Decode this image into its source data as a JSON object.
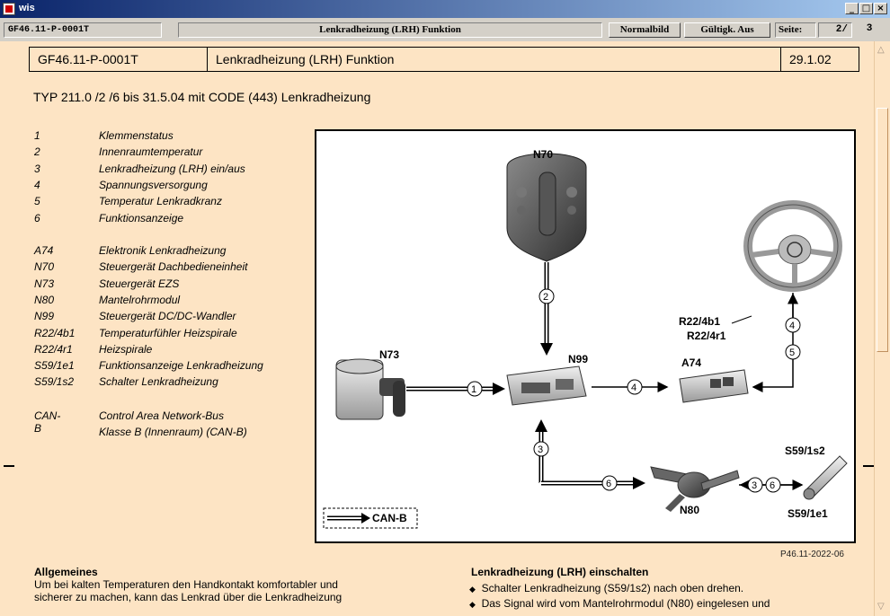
{
  "window": {
    "title": "wis"
  },
  "toolbar": {
    "doc_id": "GF46.11-P-0001T",
    "doc_title": "Lenkradheizung (LRH) Funktion",
    "normalbild_label": "Normalbild",
    "gueltigk_label": "Gültigk. Aus",
    "seite_label": "Seite:",
    "page_current": "2/",
    "page_total": "3"
  },
  "header": {
    "doc_id": "GF46.11-P-0001T",
    "title": "Lenkradheizung (LRH) Funktion",
    "date": "29.1.02"
  },
  "typ_line": "TYP  211.0 /2 /6 bis 31.5.04 mit CODE (443) Lenkradheizung",
  "legend_numbers": [
    {
      "key": "1",
      "value": "Klemmenstatus"
    },
    {
      "key": "2",
      "value": "Innenraumtemperatur"
    },
    {
      "key": "3",
      "value": "Lenkradheizung (LRH) ein/aus"
    },
    {
      "key": "4",
      "value": "Spannungsversorgung"
    },
    {
      "key": "5",
      "value": "Temperatur Lenkradkranz"
    },
    {
      "key": "6",
      "value": "Funktionsanzeige"
    }
  ],
  "legend_components": [
    {
      "key": "A74",
      "value": "Elektronik Lenkradheizung"
    },
    {
      "key": "N70",
      "value": "Steuergerät Dachbedieneinheit"
    },
    {
      "key": "N73",
      "value": "Steuergerät EZS"
    },
    {
      "key": "N80",
      "value": "Mantelrohrmodul"
    },
    {
      "key": "N99",
      "value": "Steuergerät DC/DC-Wandler"
    },
    {
      "key": "R22/4b1",
      "value": "Temperaturfühler Heizspirale"
    },
    {
      "key": "R22/4r1",
      "value": "Heizspirale"
    },
    {
      "key": "S59/1e1",
      "value": "Funktionsanzeige Lenkradheizung"
    },
    {
      "key": "S59/1s2",
      "value": "Schalter Lenkradheizung"
    }
  ],
  "legend_can": {
    "key": "CAN-B",
    "line1": "Control Area Network-Bus",
    "line2": "Klasse B (Innenraum) (CAN-B)"
  },
  "diagram": {
    "labels": {
      "n70": "N70",
      "n73": "N73",
      "n99": "N99",
      "a74": "A74",
      "n80": "N80",
      "r22_b1": "R22/4b1",
      "r22_r1": "R22/4r1",
      "s59_s2": "S59/1s2",
      "s59_e1": "S59/1e1",
      "canb": "CAN-B"
    },
    "numbers": {
      "n1": "1",
      "n2": "2",
      "n3": "3",
      "n4a": "4",
      "n4b": "4",
      "n5": "5",
      "n6a": "6",
      "n6b": "6",
      "n3b": "3"
    }
  },
  "figure_number": "P46.11-2022-06",
  "section_left": {
    "heading": "Allgemeines",
    "line1": "Um bei kalten Temperaturen den Handkontakt komfortabler und",
    "line2": "sicherer zu machen, kann das Lenkrad über die Lenkradheizung"
  },
  "section_right": {
    "heading": "Lenkradheizung (LRH) einschalten",
    "bullet1": "Schalter Lenkradheizung (S59/1s2) nach oben drehen.",
    "bullet2": "Das Signal wird vom Mantelrohrmodul (N80) eingelesen und"
  },
  "colors": {
    "page_bg": "#fde4c4",
    "titlebar": "#0a246a",
    "chrome": "#d4d0c8"
  }
}
